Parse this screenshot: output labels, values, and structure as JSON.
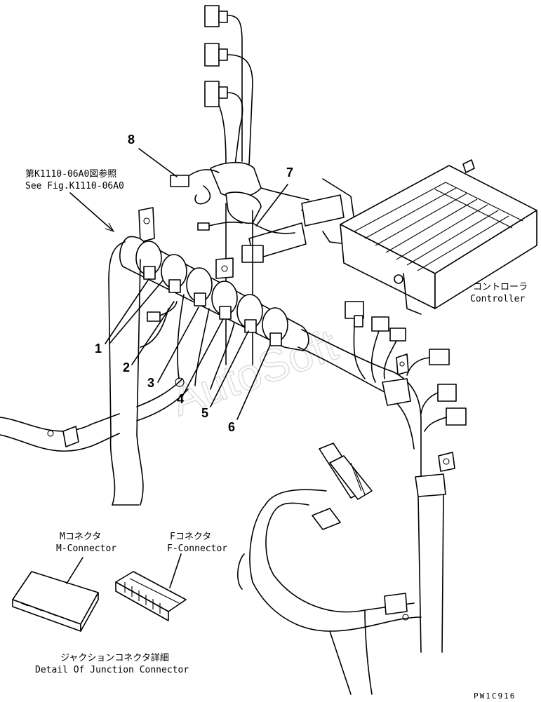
{
  "refnote": {
    "jp": "第K1110-06A0図参照",
    "en": "See Fig.K1110-06A0"
  },
  "controller": {
    "jp": "コントローラ",
    "en": "Controller"
  },
  "m_connector": {
    "jp": "Mコネクタ",
    "en": "M-Connector"
  },
  "f_connector": {
    "jp": "Fコネクタ",
    "en": "F-Connector"
  },
  "detail": {
    "jp": "ジャクションコネクタ詳細",
    "en": "Detail Of Junction Connector"
  },
  "callouts": [
    "1",
    "2",
    "3",
    "4",
    "5",
    "6",
    "7",
    "8"
  ],
  "watermark": "AutoSoft",
  "drawing_code": "PW1C916"
}
